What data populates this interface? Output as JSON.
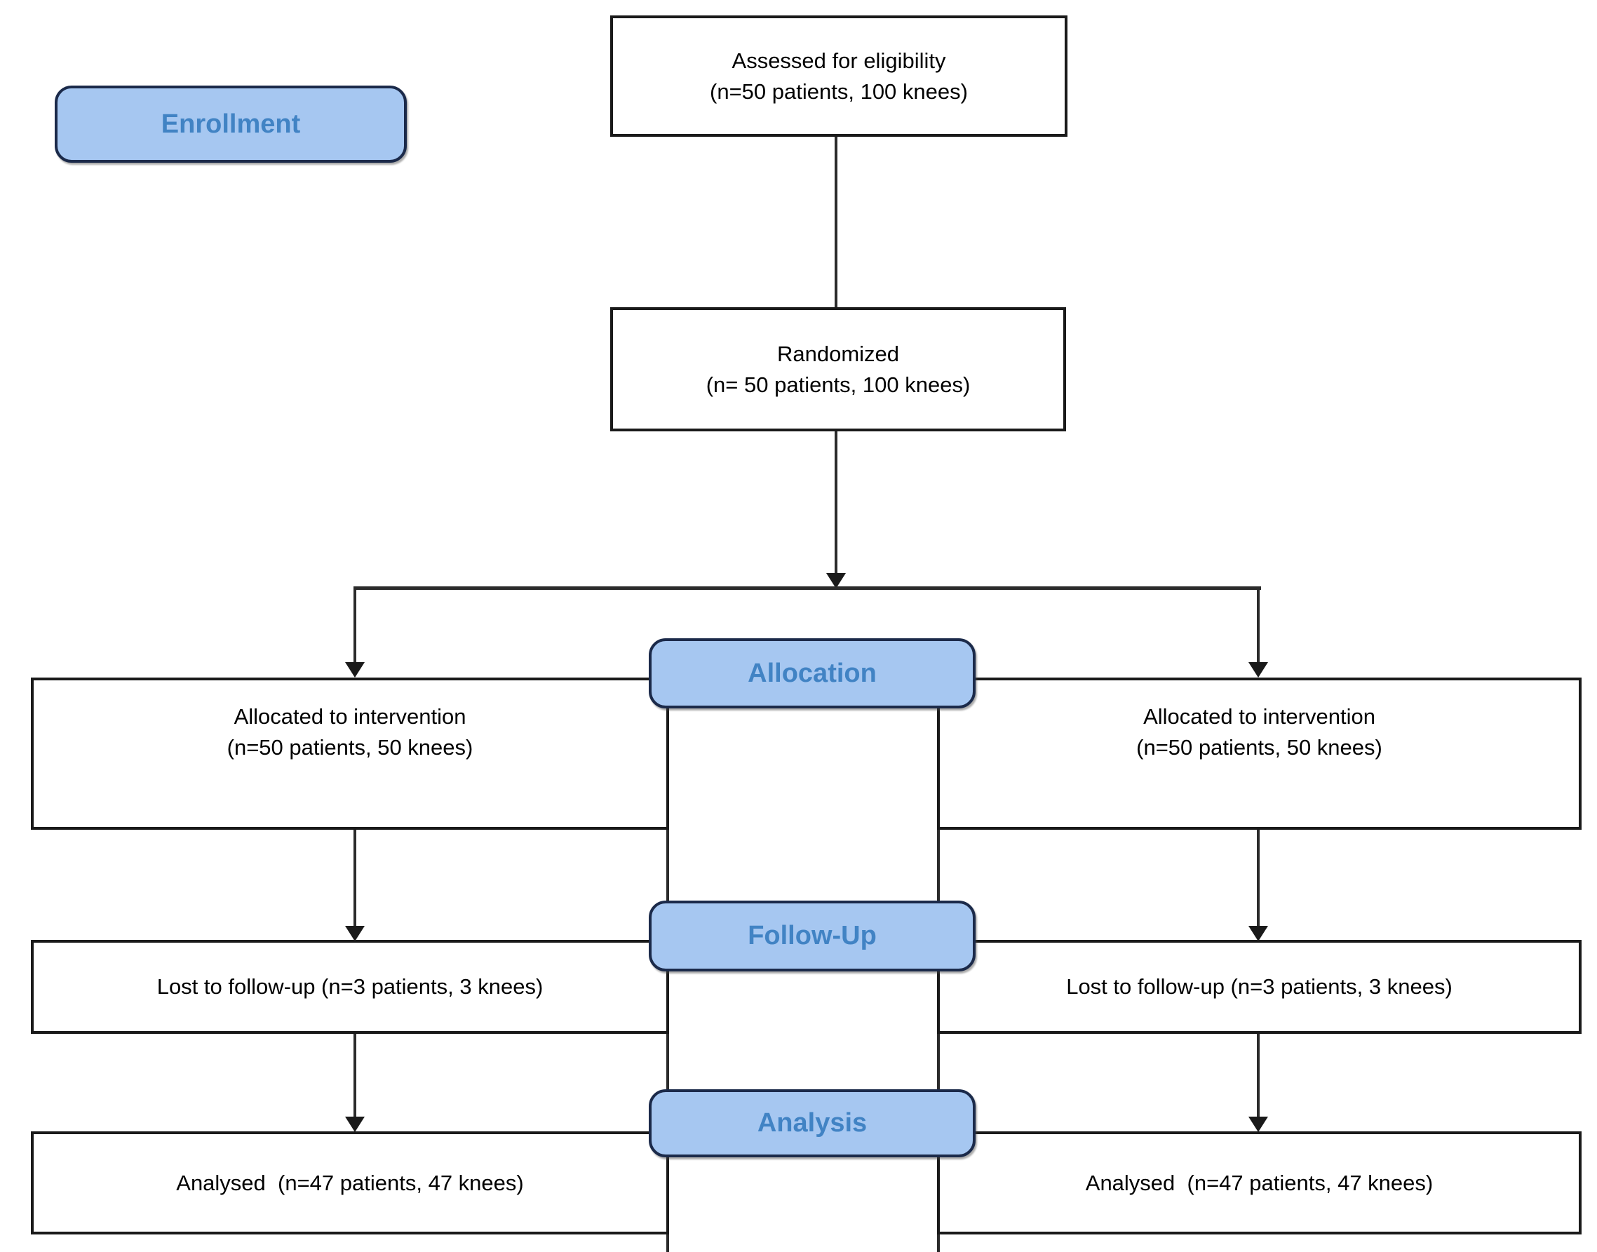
{
  "diagram": {
    "stages": {
      "enrollment": "Enrollment",
      "allocation": "Allocation",
      "follow_up": "Follow-Up",
      "analysis": "Analysis"
    },
    "nodes": {
      "eligibility": {
        "line1": "Assessed for eligibility",
        "line2": "(n=50 patients, 100 knees)"
      },
      "randomized": {
        "line1": "Randomized",
        "line2": "(n= 50 patients, 100 knees)"
      },
      "allocated_left": {
        "line1": "Allocated to intervention",
        "line2": "(n=50 patients, 50 knees)"
      },
      "allocated_right": {
        "line1": "Allocated to intervention",
        "line2": "(n=50 patients, 50 knees)"
      },
      "lost_left": {
        "text": "Lost to follow-up (n=3 patients, 3 knees)"
      },
      "lost_right": {
        "text": "Lost to follow-up (n=3 patients, 3 knees)"
      },
      "analysed_left": {
        "text": "Analysed  (n=47 patients, 47 knees)"
      },
      "analysed_right": {
        "text": "Analysed  (n=47 patients, 47 knees)"
      }
    },
    "colors": {
      "stage_fill": "#a6c7f1",
      "stage_border": "#1b2a4a",
      "stage_text": "#4183c4",
      "box_border": "#1a1a1a",
      "line": "#2b2b2b"
    }
  }
}
